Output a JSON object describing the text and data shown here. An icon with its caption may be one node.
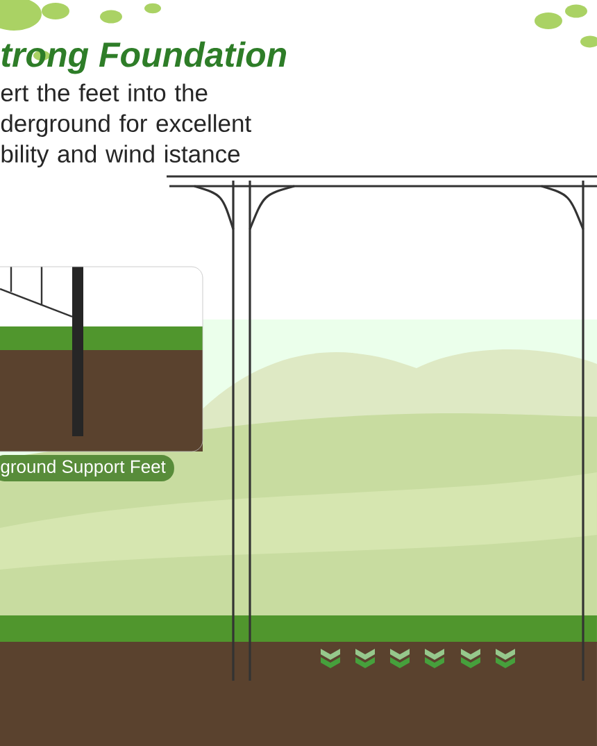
{
  "diagram": {
    "title": "trong Foundation",
    "labels": [
      "ert the feet into the derground for excellent bility and wind istance",
      "ground Support Feet"
    ]
  }
}
